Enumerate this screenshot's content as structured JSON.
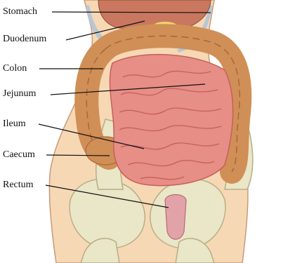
{
  "labels": {
    "stomach": "Stomach",
    "duodenum": "Duodenum",
    "colon": "Colon",
    "jejunum": "Jejunum",
    "ileum": "Ileum",
    "caecum": "Caecum",
    "rectum": "Rectum"
  },
  "colors": {
    "skin": "#f7d8b5",
    "skin_outline": "#c9997a",
    "bone": "#eae6c8",
    "bone_outline": "#b8ad85",
    "colon": "#d08f56",
    "colon_dark": "#a9663a",
    "small_intestine": "#e78e86",
    "small_intestine_dark": "#c4605c",
    "stomach": "#c9785f",
    "ribs": "#b7c7d6",
    "leader_line": "#111111"
  }
}
